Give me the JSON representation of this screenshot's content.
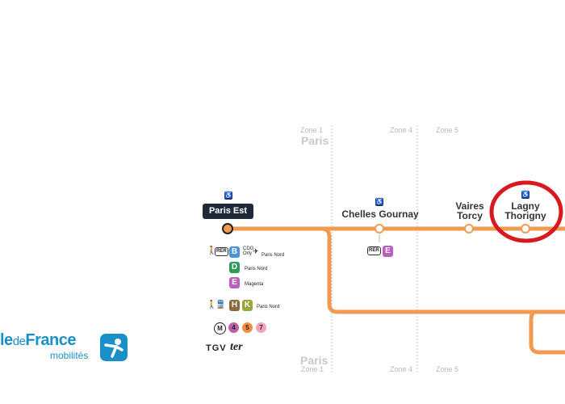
{
  "zones": {
    "zone1_top": "Zone 1",
    "paris_top": "Paris",
    "zone4_top": "Zone 4",
    "zone5_top": "Zone 5",
    "paris_bottom": "Paris",
    "zone1_bottom": "Zone 1",
    "zone4_bottom": "Zone 4",
    "zone5_bottom": "Zone 5"
  },
  "stations": {
    "paris_est": "Paris Est",
    "chelles": "Chelles Gournay",
    "vaires_1": "Vaires",
    "vaires_2": "Torcy",
    "lagny_1": "Lagny",
    "lagny_2": "Thorigny"
  },
  "connections": {
    "rer_label": "RER",
    "b_label": "B",
    "b_note1": "CDG",
    "b_note2": "Orly",
    "b_dest": "Paris Nord",
    "d_label": "D",
    "d_dest": "Paris Nord",
    "e_label": "E",
    "e_dest": "Magenta",
    "h_label": "H",
    "k_label": "K",
    "hk_dest": "Paris Nord",
    "metro_m": "M",
    "metro_lines": [
      "4",
      "5",
      "7"
    ],
    "tgv": "TGV",
    "ter": "ter",
    "chelles_rer": "RER",
    "chelles_e": "E"
  },
  "logo": {
    "brand_a": "le",
    "brand_b": "de",
    "brand_c": "France",
    "sub": "mobilités"
  },
  "colors": {
    "line": "#f39a52",
    "rer_b": "#4b92db",
    "rer_d": "#2e9b58",
    "rer_e": "#b95fbf",
    "line_h": "#8c6a3d",
    "line_k": "#9aa63a",
    "metro_4": "#bd5fa6",
    "metro_5": "#f28e42",
    "metro_7": "#f3a4ba",
    "highlight": "#d71920",
    "brand_blue": "#1a90c8"
  }
}
